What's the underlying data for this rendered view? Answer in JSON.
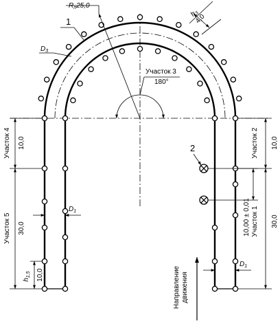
{
  "labels": {
    "radius_symbol": "R",
    "radius_sub": "п",
    "radius_value": "25,0",
    "h3_symbol": "h",
    "h3_sub": "3",
    "h3_value": "4,0",
    "d3_symbol": "D",
    "d3_sub": "3",
    "d1_symbol": "D",
    "d1_sub": "1",
    "d1b_symbol": "D",
    "d1b_sub": "1",
    "h1_symbol": "h",
    "h1_sub": "1,5",
    "h1_value": "10,0",
    "callout_1": "1",
    "callout_2": "2",
    "section3_name": "Участок 3",
    "section3_value": "180°",
    "section4_name": "Участок 4",
    "section4_value": "10,0",
    "section2_name": "Участок 2",
    "section2_value": "10,0",
    "section5_name": "Участок 5",
    "section5_value": "30,0",
    "section1_name": "Участок 1",
    "section1_value": "30,0",
    "tolerance_value": "10,00 ± 0,01",
    "direction_line1": "Направление",
    "direction_line2": "движения"
  }
}
